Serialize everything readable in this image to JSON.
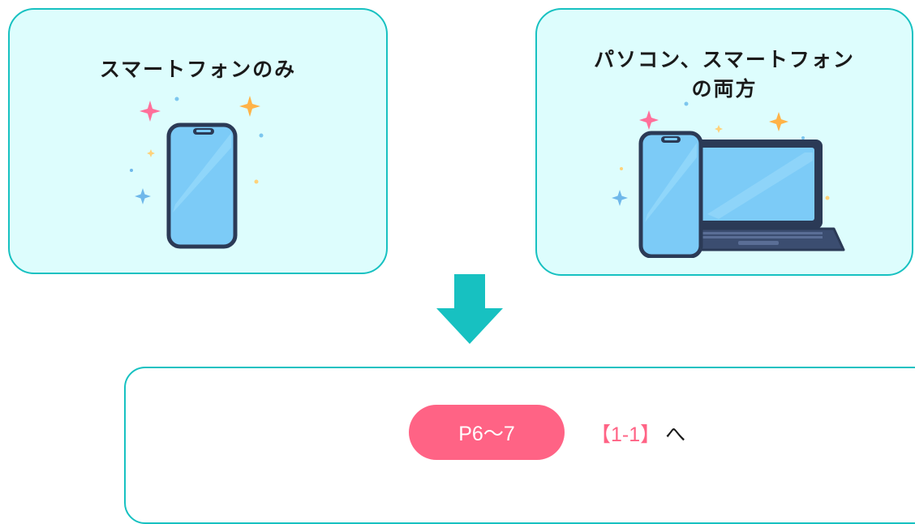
{
  "options": [
    {
      "title": "スマートフォンのみ",
      "illustration": "smartphone-icon"
    },
    {
      "title": "パソコン、スマートフォン\nの両方",
      "illustration": "laptop-and-smartphone-icon"
    }
  ],
  "arrow_icon": "down-arrow-icon",
  "result": {
    "page_label": "P6〜7",
    "section": "【1-1】",
    "suffix": "へ"
  },
  "colors": {
    "card_background": "#ddfdfd",
    "card_border": "#17c1c1",
    "arrow": "#17c1c1",
    "pill": "#ff6385",
    "section_text": "#ff6385"
  }
}
